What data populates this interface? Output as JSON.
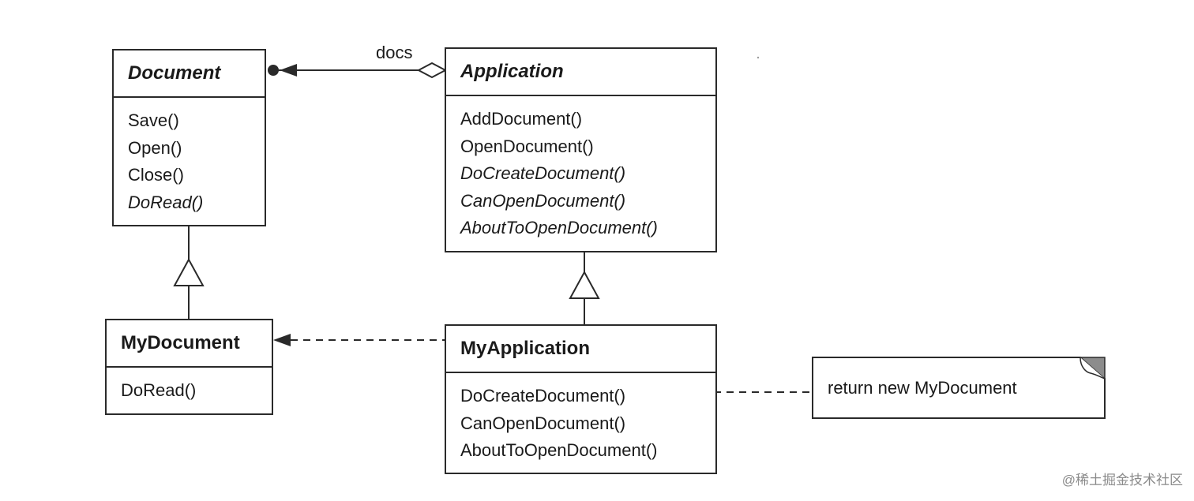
{
  "classes": {
    "document": {
      "name": "Document",
      "operations": [
        {
          "text": "Save()",
          "abstract": false
        },
        {
          "text": "Open()",
          "abstract": false
        },
        {
          "text": "Close()",
          "abstract": false
        },
        {
          "text": "DoRead()",
          "abstract": true
        }
      ]
    },
    "application": {
      "name": "Application",
      "operations": [
        {
          "text": "AddDocument()",
          "abstract": false
        },
        {
          "text": "OpenDocument()",
          "abstract": false
        },
        {
          "text": "DoCreateDocument()",
          "abstract": true
        },
        {
          "text": "CanOpenDocument()",
          "abstract": true
        },
        {
          "text": "AboutToOpenDocument()",
          "abstract": true
        }
      ]
    },
    "mydocument": {
      "name": "MyDocument",
      "operations": [
        {
          "text": "DoRead()",
          "abstract": false
        }
      ]
    },
    "myapplication": {
      "name": "MyApplication",
      "operations": [
        {
          "text": "DoCreateDocument()",
          "abstract": false
        },
        {
          "text": "CanOpenDocument()",
          "abstract": false
        },
        {
          "text": "AboutToOpenDocument()",
          "abstract": false
        }
      ]
    }
  },
  "association": {
    "label": "docs"
  },
  "note": {
    "text": "return new MyDocument"
  },
  "watermark": {
    "text": "@稀土掘金技术社区"
  },
  "colors": {
    "line": "#2a2a2a",
    "note_corner": "#8c8c8c",
    "watermark": "#8a8a8a"
  }
}
